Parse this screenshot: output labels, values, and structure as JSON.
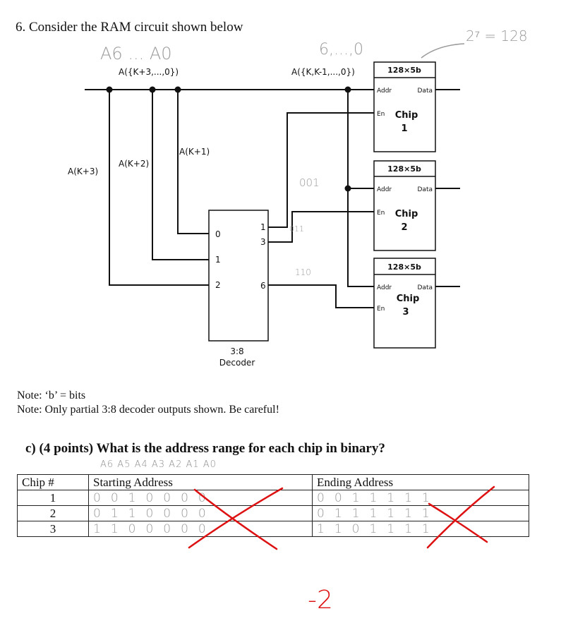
{
  "question": {
    "title": "6. Consider the RAM circuit shown below",
    "note1": "Note: ‘b’ = bits",
    "note2": "Note: Only partial 3:8 decoder outputs shown. Be careful!",
    "part_c": "c) (4 points) What is the address range for each chip in binary?"
  },
  "circuit": {
    "bus_high_label": "A({K+3,...,0})",
    "bus_low_label": "A({K,K-1,...,0})",
    "line_labels": [
      "A(K+3)",
      "A(K+2)",
      "A(K+1)"
    ],
    "decoder": {
      "inputs": [
        "0",
        "1",
        "2"
      ],
      "outputs": [
        "1",
        "3",
        "6"
      ],
      "name_line1": "3:8",
      "name_line2": "Decoder"
    },
    "chips": [
      {
        "size": "128×5b",
        "addr": "Addr",
        "data": "Data",
        "en": "En",
        "name": "Chip",
        "num": "1"
      },
      {
        "size": "128×5b",
        "addr": "Addr",
        "data": "Data",
        "en": "En",
        "name": "Chip",
        "num": "2"
      },
      {
        "size": "128×5b",
        "addr": "Addr",
        "data": "Data",
        "en": "En",
        "name": "Chip",
        "num": "3"
      }
    ]
  },
  "handwriting": {
    "a_range": "A6 ... A0",
    "bits_range": "6,...,0",
    "capacity": "2⁷ = 128",
    "code_001": "001",
    "code_011": "011",
    "code_110": "110",
    "column_bits": "A6 A5 A4 A3 A2 A1 A0",
    "score": "-2"
  },
  "table": {
    "headers": [
      "Chip #",
      "Starting Address",
      "Ending Address"
    ],
    "rows": [
      {
        "chip": "1",
        "start": "0010000",
        "end": "0011111"
      },
      {
        "chip": "2",
        "start": "0110000",
        "end": "0111111"
      },
      {
        "chip": "3",
        "start": "1100000",
        "end": "1101111"
      }
    ]
  },
  "colors": {
    "ink": "#111111",
    "pencil": "#9a9a9a",
    "grading": "#dd1111"
  }
}
